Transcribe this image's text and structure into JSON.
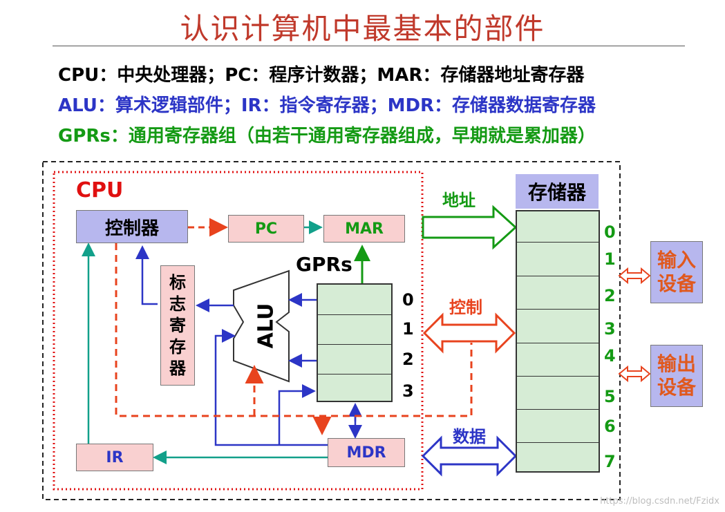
{
  "title": "认识计算机中最基本的部件",
  "legend": [
    {
      "text": "CPU：中央处理器；PC：程序计数器；MAR：存储器地址寄存器",
      "color": "#000000"
    },
    {
      "text": "ALU：算术逻辑部件；IR：指令寄存器；MDR：存储器数据寄存器",
      "color": "#2c35c6"
    },
    {
      "text": "GPRs：通用寄存器组（由若干通用寄存器组成，早期就是累加器）",
      "color": "#149a14"
    }
  ],
  "diagram": {
    "cpu_label": "CPU",
    "controller": "控制器",
    "pc": "PC",
    "mar": "MAR",
    "gprs_label": "GPRs",
    "flags_register": "标志寄存器",
    "alu": "ALU",
    "gpr_indices": [
      "0",
      "1",
      "2",
      "3"
    ],
    "ir": "IR",
    "mdr": "MDR",
    "memory_label": "存储器",
    "memory_indices": [
      "0",
      "1",
      "2",
      "3",
      "4",
      "5",
      "6",
      "7"
    ],
    "bus_address": "地址",
    "bus_control": "控制",
    "bus_data": "数据",
    "input_device": "输入设备",
    "output_device": "输出设备"
  },
  "watermark": "https://blog.csdn.net/Fzidx",
  "colors": {
    "title": "#c0392b",
    "address_green": "#149a14",
    "data_blue": "#2c35c6",
    "control_red": "#e8431e",
    "teal": "#12a08a",
    "pink_box": "#f9d0d0",
    "lavender_box": "#b7b7ee",
    "green_cell": "#d6ecd5",
    "device_text": "#e0591e"
  }
}
